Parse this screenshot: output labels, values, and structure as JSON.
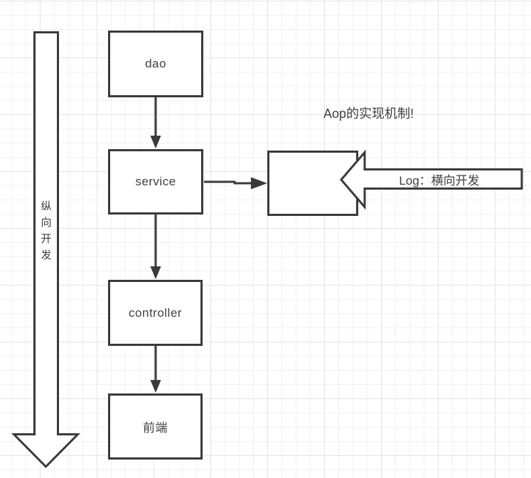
{
  "diagram": {
    "annotations": {
      "aop_title": "Aop的实现机制!",
      "vertical_arrow_label": "纵向开发",
      "log_arrow_label": "Log：横向开发"
    },
    "nodes": {
      "dao": {
        "label": "dao"
      },
      "service": {
        "label": "service"
      },
      "controller": {
        "label": "controller"
      },
      "frontend": {
        "label": "前端"
      },
      "aop_box": {
        "label": ""
      }
    },
    "colors": {
      "shape_stroke": "#3a3a3a",
      "text": "#3f3f3f",
      "grid_minor": "#f1f1f1",
      "grid_major": "#e3e3e3",
      "background": "#ffffff"
    }
  }
}
